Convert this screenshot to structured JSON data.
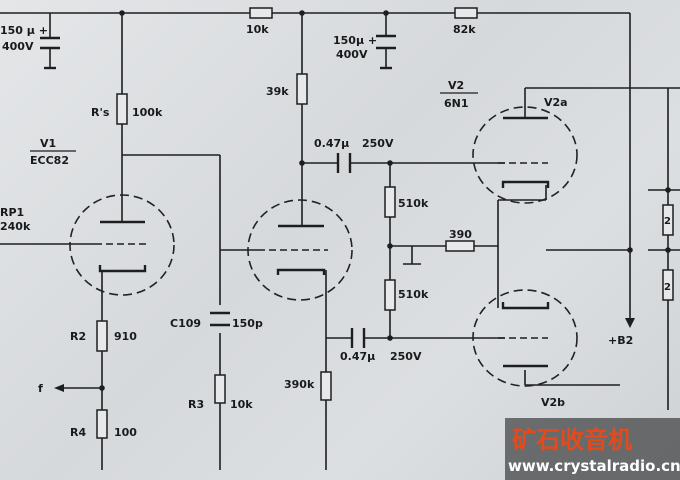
{
  "labels": {
    "c_left_value": "150 µ +",
    "c_left_voltage": "400V",
    "r_10k_top": "10k",
    "c_mid_value": "150µ +",
    "c_mid_voltage": "400V",
    "r_82k_top": "82k",
    "r_ks": "R's",
    "r_ks_value": "100k",
    "r_39k": "39k",
    "v1_name": "V1",
    "v1_type": "ECC82",
    "v2_name": "V2",
    "v2_type": "6N1",
    "v2a": "V2a",
    "v2b": "V2b",
    "c_047_top": "0.47µ",
    "c_047_top_voltage": "250V",
    "r_510k_upper": "510k",
    "r_390": "390",
    "r_510k_lower": "510k",
    "rp1": "RP1",
    "rp1_value": "240k",
    "c109": "C109",
    "c109_value": "150p",
    "r2": "R2",
    "r2_value": "910",
    "f": "f",
    "r3": "R3",
    "r3_value": "10k",
    "r4": "R4",
    "r4_value": "100",
    "r_390k": "390k",
    "c_047_bottom": "0.47µ",
    "c_047_bottom_voltage": "250V",
    "b2": "+B2",
    "r_right_1": "2",
    "r_right_2": "2"
  },
  "watermark": {
    "brand": "矿石收音机",
    "url": "www.crystalradio.cn"
  },
  "colors": {
    "ink": "#1e1e1e",
    "paper": "#dcdfe2",
    "brand": "#e44a1a",
    "watermark_bg": "#111111"
  }
}
